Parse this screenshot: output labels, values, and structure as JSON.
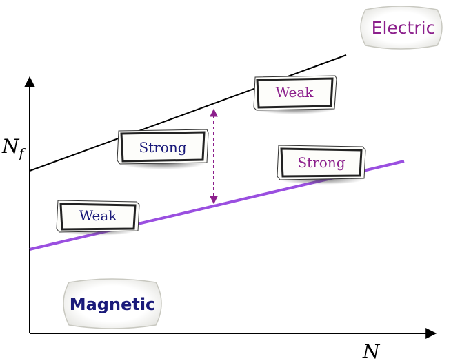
{
  "axes": {
    "y_label": "N",
    "y_label_subscript": "f",
    "x_label": "N"
  },
  "regions": {
    "electric": "Electric",
    "magnetic": "Magnetic"
  },
  "electric_line": {
    "weak_label": "Weak",
    "strong_label": "Strong"
  },
  "magnetic_line": {
    "weak_label": "Weak",
    "strong_label": "Strong"
  },
  "colors": {
    "electric_text": "#8c1f8c",
    "magnetic_text": "#1a1a7a",
    "magnetic_line": "#9a4fe0",
    "arrow": "#8c1f8c",
    "axis": "#000000"
  }
}
